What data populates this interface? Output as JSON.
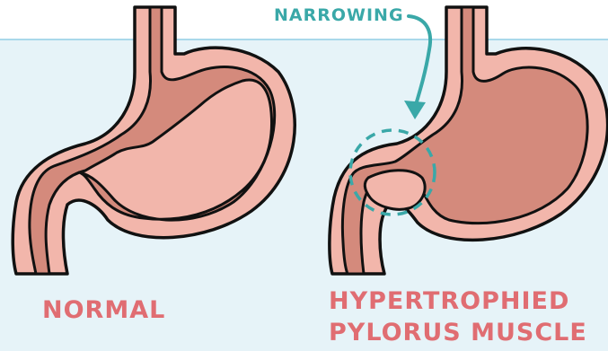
{
  "labels": {
    "narrowing": "NARROWING",
    "normal": "NORMAL",
    "hypertrophied_line1": "HYPERTROPHIED",
    "hypertrophied_line2": "PYLORUS MUSCLE"
  },
  "colors": {
    "background_top": "#ffffff",
    "background_bottom": "#e6f3f8",
    "horizon_line": "#a9d8ea",
    "stomach_outer": "#f2b6ab",
    "stomach_inner": "#d48a7c",
    "outline": "#111111",
    "label_pink": "#e06d72",
    "accent_teal": "#3aa8a8"
  }
}
